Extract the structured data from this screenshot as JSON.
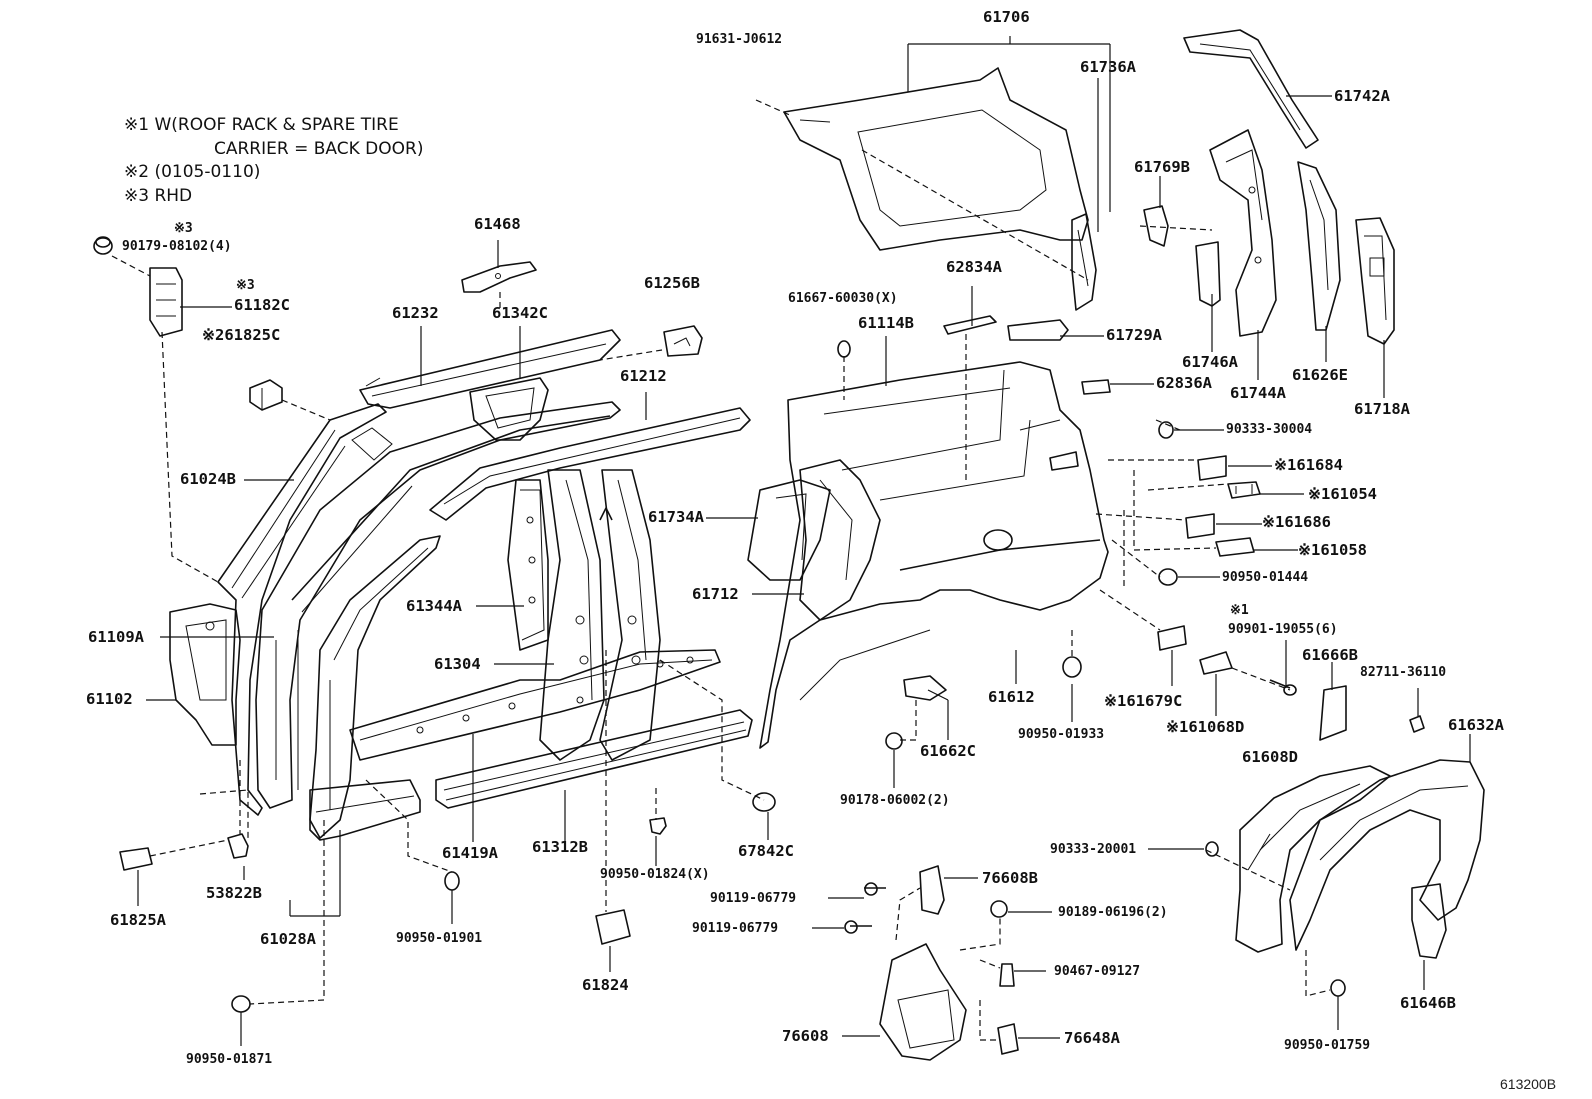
{
  "notes": {
    "n1_line1": "※1  W(ROOF RACK &  SPARE TIRE",
    "n1_line2": "CARRIER = BACK DOOR)",
    "n2": "※2  (0105-0110)",
    "n3": "※3  RHD"
  },
  "labels": {
    "p91631_J0612": "91631-J0612",
    "p61706": "61706",
    "p61736A": "61736A",
    "p61742A": "61742A",
    "p61769B": "61769B",
    "p90179_08102": "90179-08102(4)",
    "p90179_mark": "※3",
    "p61468": "61468",
    "p61182C_mark": "※3",
    "p61182C": "61182C",
    "p61825C": "※261825C",
    "p61232": "61232",
    "p61342C": "61342C",
    "p61256B": "61256B",
    "p61667_60030": "61667-60030(X)",
    "p62834A": "62834A",
    "p61114B": "61114B",
    "p61729A": "61729A",
    "p61746A": "61746A",
    "p61744A": "61744A",
    "p61626E": "61626E",
    "p61718A": "61718A",
    "p62836A": "62836A",
    "p61212": "61212",
    "p90333_30004": "90333-30004",
    "p61024B": "61024B",
    "p61684": "※161684",
    "p61054": "※161054",
    "p61734A": "61734A",
    "p61686": "※161686",
    "p61058": "※161058",
    "p90950_01444": "90950-01444",
    "p61344A": "61344A",
    "p61712": "61712",
    "p61109A": "61109A",
    "p90901_mark": "※1",
    "p90901_19055": "90901-19055(6)",
    "p61666B": "61666B",
    "p82711_36110": "82711-36110",
    "p61304": "61304",
    "p61102": "61102",
    "p61612": "61612",
    "p61679C": "※161679C",
    "p61632A": "61632A",
    "p61662C": "61662C",
    "p90950_01933": "90950-01933",
    "p61068D": "※161068D",
    "p61608D": "61608D",
    "p90178_06002": "90178-06002(2)",
    "p67842C": "67842C",
    "p61419A": "61419A",
    "p61312B": "61312B",
    "p90333_20001": "90333-20001",
    "p53822B": "53822B",
    "p90950_01824": "90950-01824(X)",
    "p76608B": "76608B",
    "p90119_06779a": "90119-06779",
    "p90189_06196": "90189-06196(2)",
    "p61825A": "61825A",
    "p90119_06779b": "90119-06779",
    "p61028A": "61028A",
    "p90950_01901": "90950-01901",
    "p90467_09127": "90467-09127",
    "p61824": "61824",
    "p76608": "76608",
    "p76648A": "76648A",
    "p61646B": "61646B",
    "p90950_01871": "90950-01871",
    "p90950_01759": "90950-01759"
  },
  "figure_code": "613200B"
}
